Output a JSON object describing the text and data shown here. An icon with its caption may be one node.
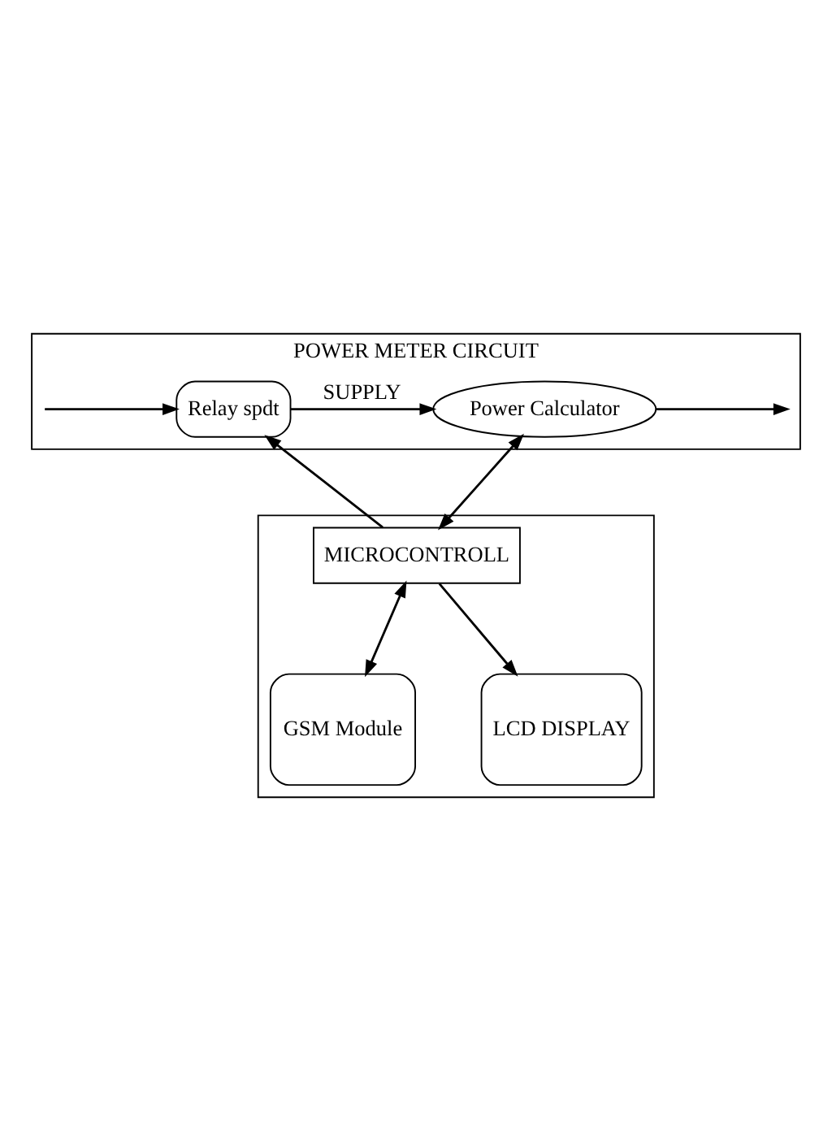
{
  "diagram": {
    "nodes": [
      {
        "text": [
          "POWER METER CIRCUIT"
        ]
      },
      {
        "text": [
          "Relay spdt"
        ],
        "in": 0
      },
      {
        "text": [
          "Power Calculator"
        ],
        "in": 0
      },
      {
        "text": [],
        "shape": "box"
      },
      {
        "text": [
          "MICROCONTROLL"
        ],
        "in": 3
      },
      {
        "text": [
          "GSM Module"
        ],
        "in": 3
      },
      {
        "text": [
          "LCD DISPLAY"
        ],
        "in": 3
      }
    ],
    "edges": [
      {
        "from": null,
        "to": 1,
        "arrow": "to"
      },
      {
        "from": 1,
        "to": 2,
        "arrow": "to",
        "label": "SUPPLY"
      },
      {
        "from": 2,
        "to": null,
        "arrow": "to"
      },
      {
        "from": 4,
        "to": 1,
        "arrow": "to"
      },
      {
        "from": 2,
        "to": 4,
        "arrow": "both"
      },
      {
        "from": 4,
        "to": 5,
        "arrow": "both"
      },
      {
        "from": 4,
        "to": 6,
        "arrow": "to"
      }
    ]
  }
}
